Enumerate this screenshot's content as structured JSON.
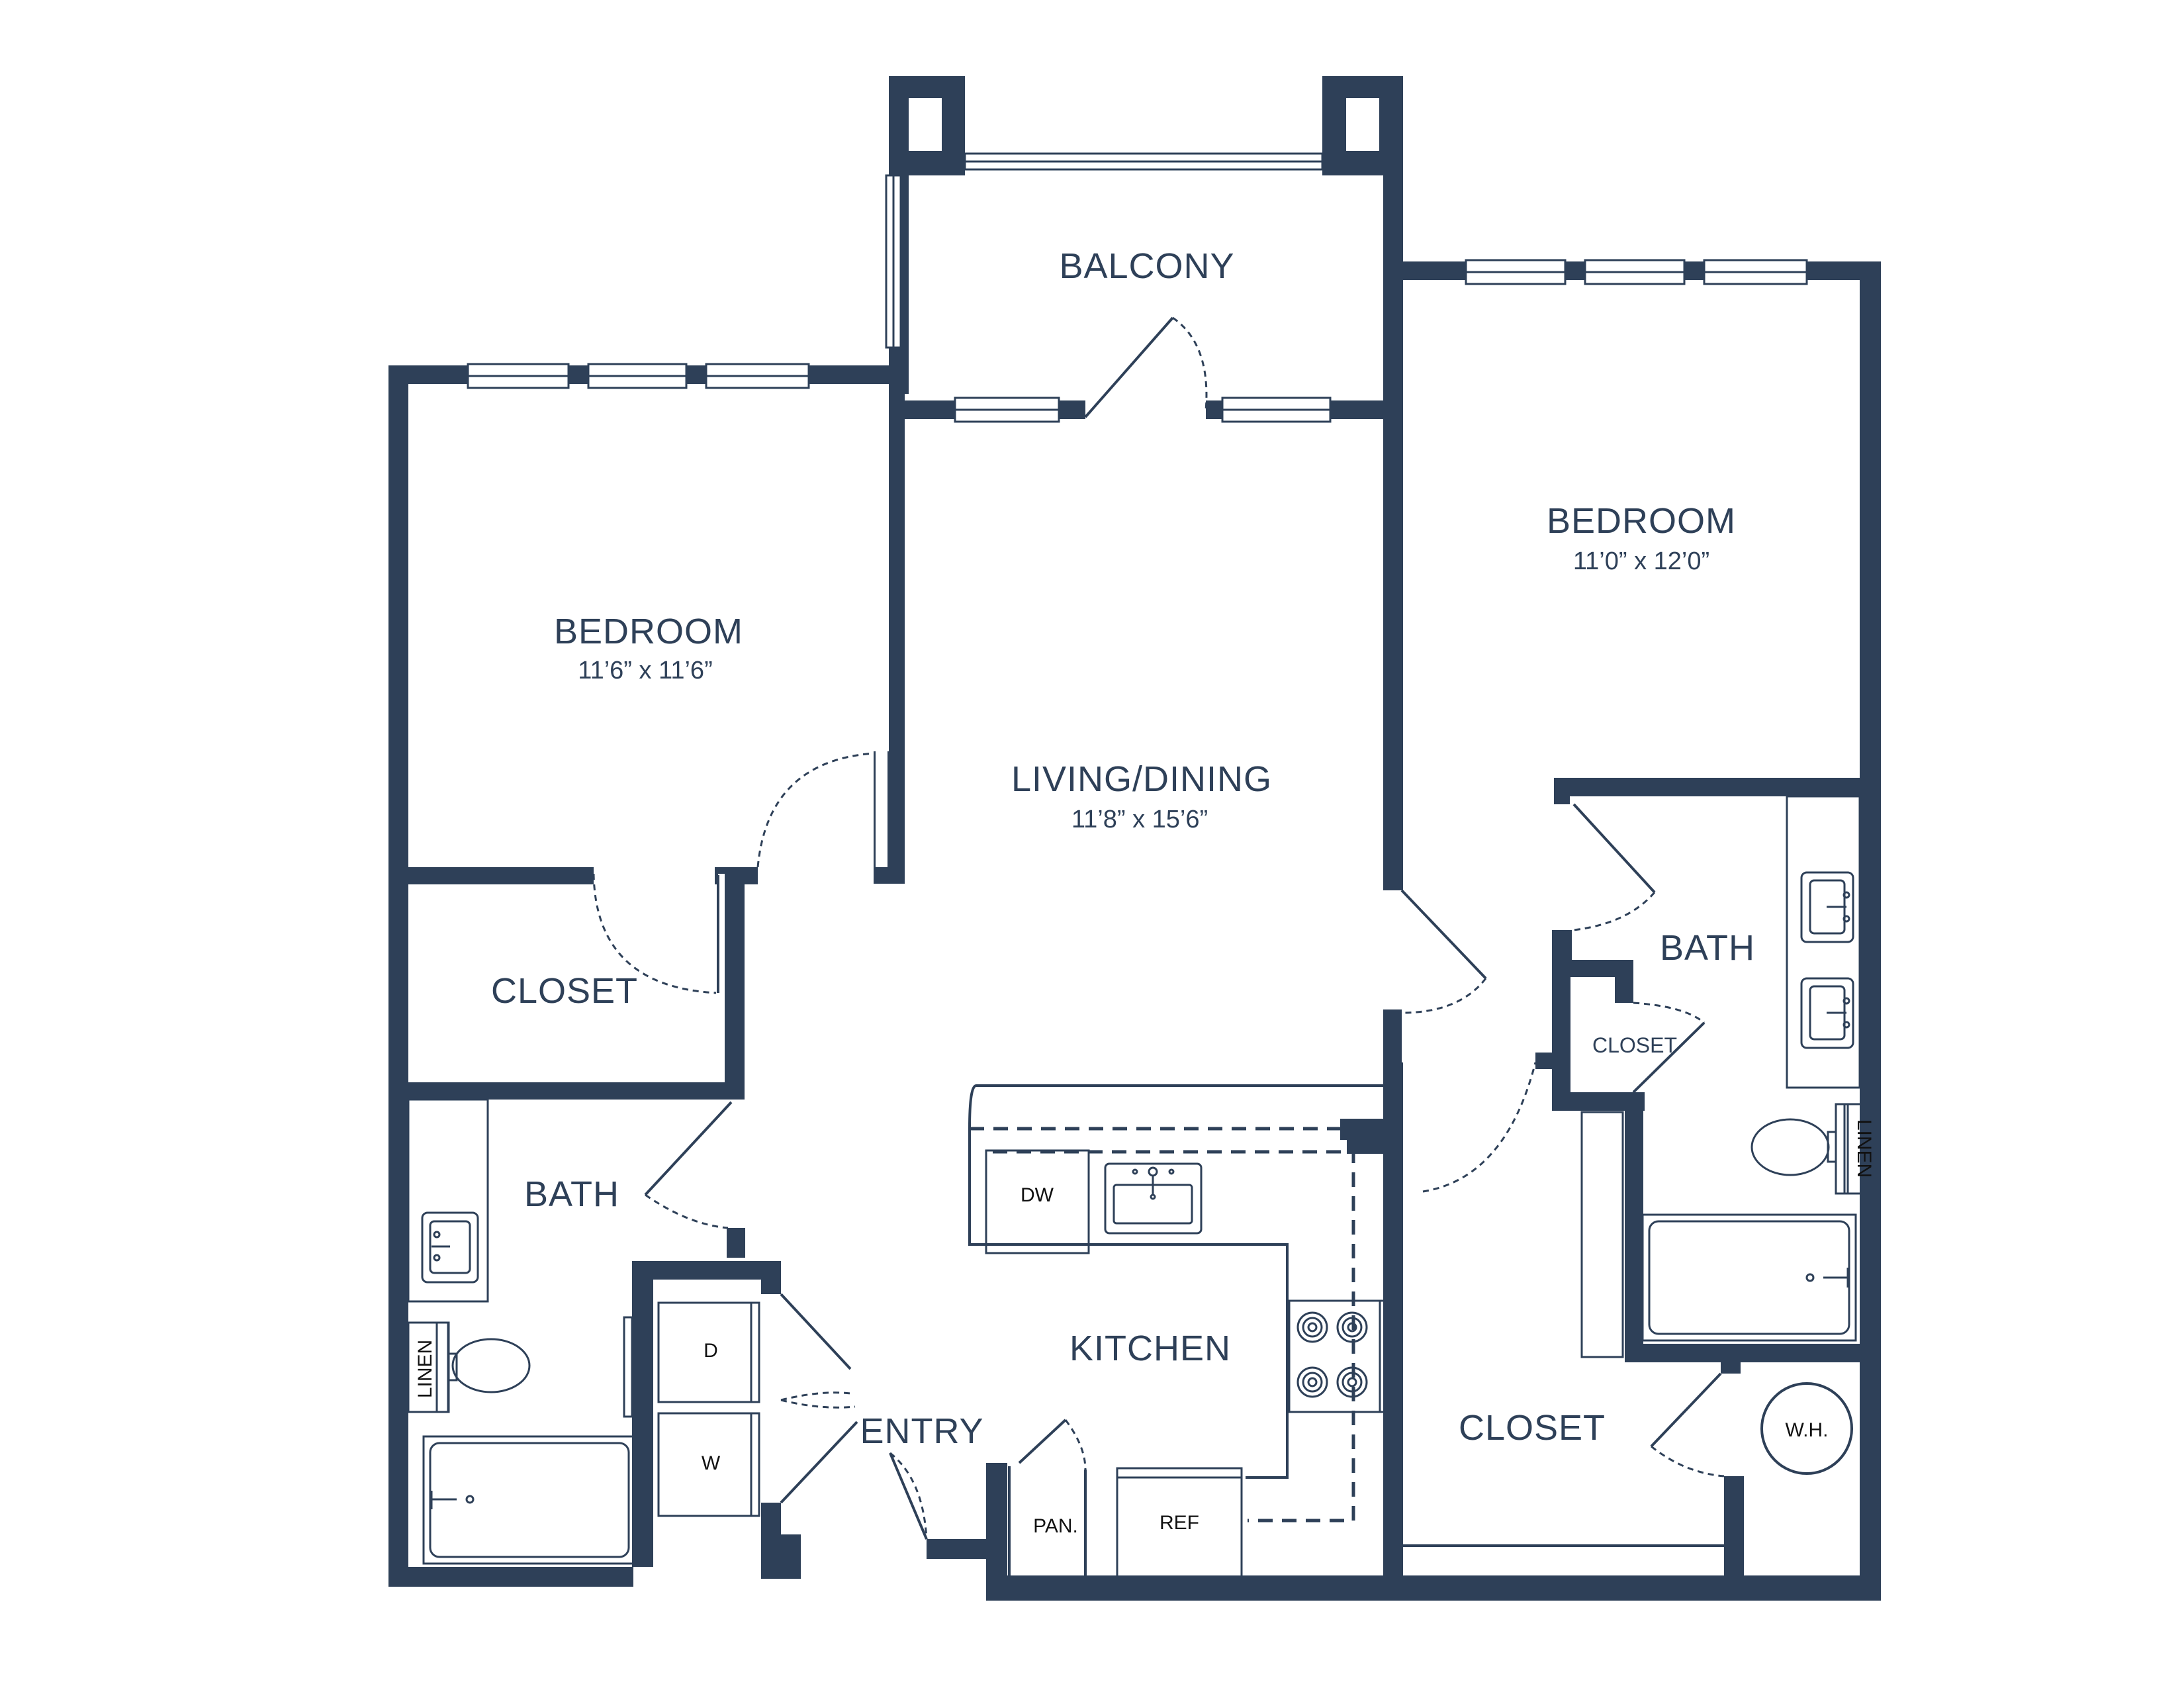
{
  "rooms": {
    "balcony": {
      "label": "BALCONY"
    },
    "bedroom_left": {
      "label": "BEDROOM",
      "size": "11’6” x 11’6”"
    },
    "bedroom_right": {
      "label": "BEDROOM",
      "size": "11’0” x 12’0”"
    },
    "living_dining": {
      "label": "LIVING/DINING",
      "size": "11’8” x 15’6”"
    },
    "closet_left": {
      "label": "CLOSET"
    },
    "bath_left": {
      "label": "BATH"
    },
    "bath_right": {
      "label": "BATH"
    },
    "closet_small": {
      "label": "CLOSET"
    },
    "closet_right": {
      "label": "CLOSET"
    },
    "kitchen": {
      "label": "KITCHEN"
    },
    "entry": {
      "label": "ENTRY"
    }
  },
  "fixtures": {
    "dishwasher": "DW",
    "dryer": "D",
    "washer": "W",
    "pantry": "PAN.",
    "refrigerator": "REF",
    "water_heater": "W.H.",
    "linen_left": "LINEN",
    "linen_right": "LINEN"
  },
  "colors": {
    "wall": "#2e4058",
    "background": "#ffffff"
  }
}
